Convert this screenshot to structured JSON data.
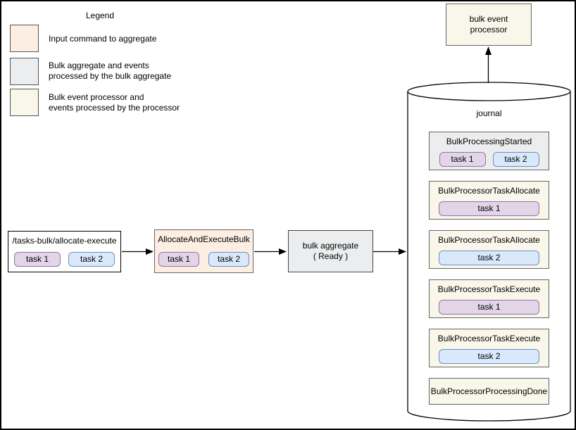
{
  "colors": {
    "command_fill": "#fceee3",
    "aggregate_fill": "#ebedee",
    "processor_fill": "#f9f6ea",
    "task1_fill": "#e1d5e7",
    "task1_border": "#9673a6",
    "task2_fill": "#dae8fc",
    "task2_border": "#6c8ebf"
  },
  "legend": {
    "title": "Legend",
    "items": [
      {
        "style": "command",
        "label": "Input command to aggregate"
      },
      {
        "style": "aggregate",
        "label": "Bulk aggregate and events\nprocessed by the bulk aggregate"
      },
      {
        "style": "processor",
        "label": "Bulk event processor and\nevents processed by the processor"
      }
    ]
  },
  "flow": {
    "command_box": {
      "title": "/tasks-bulk/allocate-execute",
      "tasks": [
        {
          "label": "task 1",
          "type": "task1"
        },
        {
          "label": "task 2",
          "type": "task2"
        }
      ]
    },
    "allocate_box": {
      "title": "AllocateAndExecuteBulk",
      "tasks": [
        {
          "label": "task 1",
          "type": "task1"
        },
        {
          "label": "task 2",
          "type": "task2"
        }
      ]
    },
    "aggregate_box": {
      "title": "bulk aggregate\n( Ready )"
    }
  },
  "processor_box": {
    "title": "bulk event\nprocessor"
  },
  "journal": {
    "label": "journal",
    "events": [
      {
        "title": "BulkProcessingStarted",
        "style": "aggregate",
        "tasks": [
          {
            "label": "task 1",
            "type": "task1"
          },
          {
            "label": "task 2",
            "type": "task2"
          }
        ]
      },
      {
        "title": "BulkProcessorTaskAllocate",
        "style": "processor",
        "tasks": [
          {
            "label": "task 1",
            "type": "task1"
          }
        ]
      },
      {
        "title": "BulkProcessorTaskAllocate",
        "style": "processor",
        "tasks": [
          {
            "label": "task 2",
            "type": "task2"
          }
        ]
      },
      {
        "title": "BulkProcessorTaskExecute",
        "style": "processor",
        "tasks": [
          {
            "label": "task 1",
            "type": "task1"
          }
        ]
      },
      {
        "title": "BulkProcessorTaskExecute",
        "style": "processor",
        "tasks": [
          {
            "label": "task 2",
            "type": "task2"
          }
        ]
      },
      {
        "title": "BulkProcessorProcessingDone",
        "style": "processor",
        "tasks": []
      }
    ]
  }
}
